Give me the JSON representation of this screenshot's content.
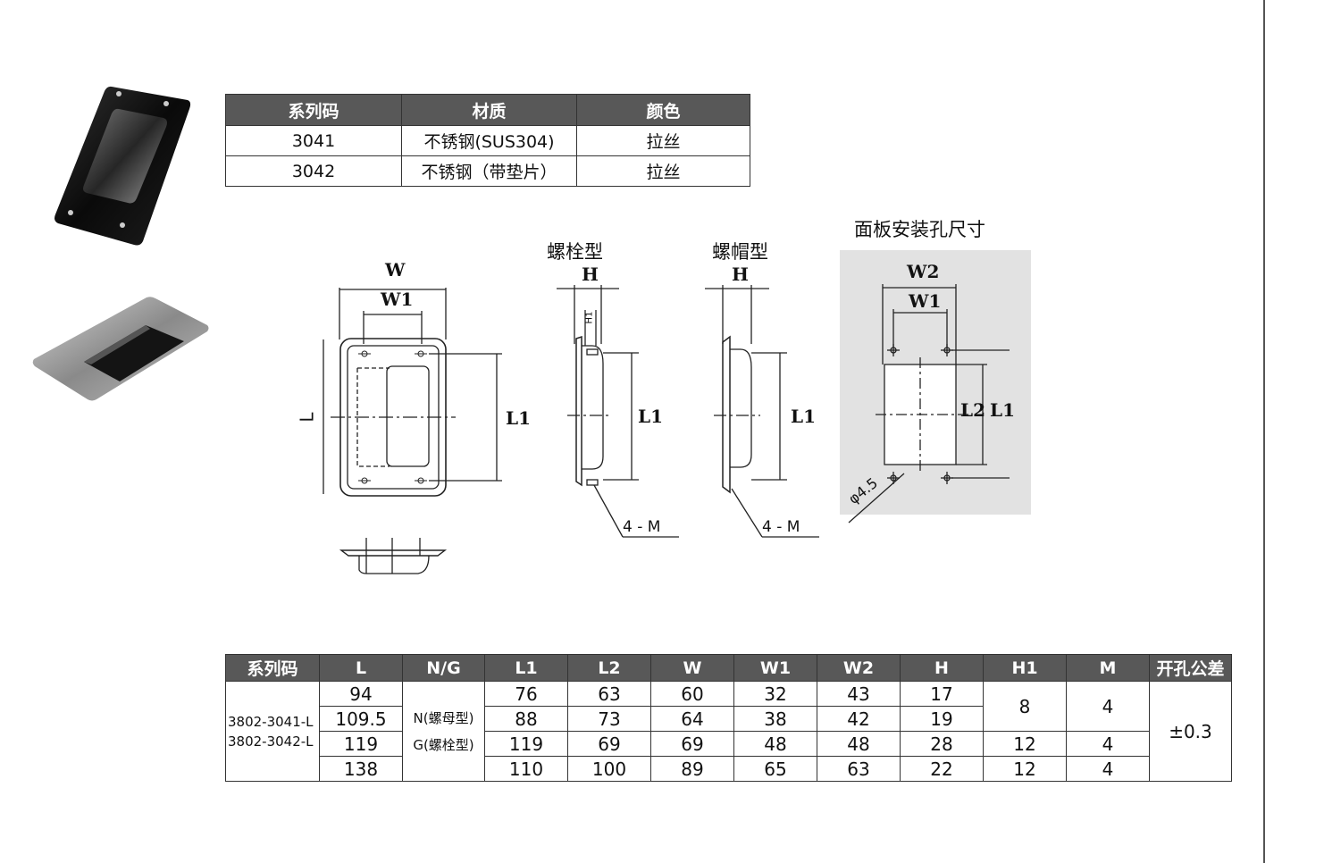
{
  "material_table": {
    "headers": [
      "系列码",
      "材质",
      "颜色"
    ],
    "rows": [
      [
        "3041",
        "不锈钢(SUS304)",
        "拉丝"
      ],
      [
        "3042",
        "不锈钢（带垫片）",
        "拉丝"
      ]
    ]
  },
  "drawings": {
    "bolt_type_title": "螺栓型",
    "cap_type_title": "螺帽型",
    "panel_hole_title": "面板安装孔尺寸",
    "dims": {
      "W": "W",
      "W1": "W1",
      "W2": "W2",
      "L": "L",
      "L1": "L1",
      "L2": "L2",
      "H": "H",
      "H1": "H1",
      "four_m_bolt": "4 - M",
      "four_m_cap": "4 - M",
      "phi": "φ4.5"
    }
  },
  "spec_table": {
    "headers": [
      "系列码",
      "L",
      "N/G",
      "L1",
      "L2",
      "W",
      "W1",
      "W2",
      "H",
      "H1",
      "M",
      "开孔公差"
    ],
    "series_codes": [
      "3802-3041-L",
      "3802-3042-L"
    ],
    "ng_values": [
      "N(螺母型)",
      "G(螺栓型)"
    ],
    "rows": [
      {
        "L": "94",
        "L1": "76",
        "L2": "63",
        "W": "60",
        "W1": "32",
        "W2": "43",
        "H": "17"
      },
      {
        "L": "109.5",
        "L1": "88",
        "L2": "73",
        "W": "64",
        "W1": "38",
        "W2": "42",
        "H": "19"
      },
      {
        "L": "119",
        "L1": "119",
        "L2": "69",
        "W": "69",
        "W1": "48",
        "W2": "48",
        "H": "28"
      },
      {
        "L": "138",
        "L1": "110",
        "L2": "100",
        "W": "89",
        "W1": "65",
        "W2": "63",
        "H": "22"
      }
    ],
    "h1_values": [
      "8",
      "12",
      "12"
    ],
    "m_values": [
      "4",
      "4",
      "4"
    ],
    "tolerance": "±0.3"
  }
}
